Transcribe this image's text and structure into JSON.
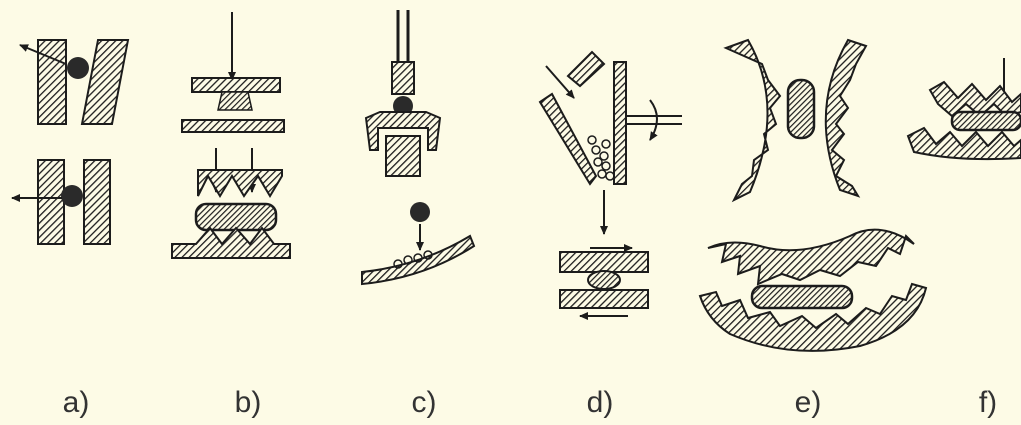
{
  "colors": {
    "background": "#fdfbe6",
    "ink": "#1c1c1c",
    "label": "#333333"
  },
  "labels": {
    "a": "a)",
    "b": "b)",
    "c": "c)",
    "d": "d)",
    "e": "e)",
    "f": "f)"
  }
}
